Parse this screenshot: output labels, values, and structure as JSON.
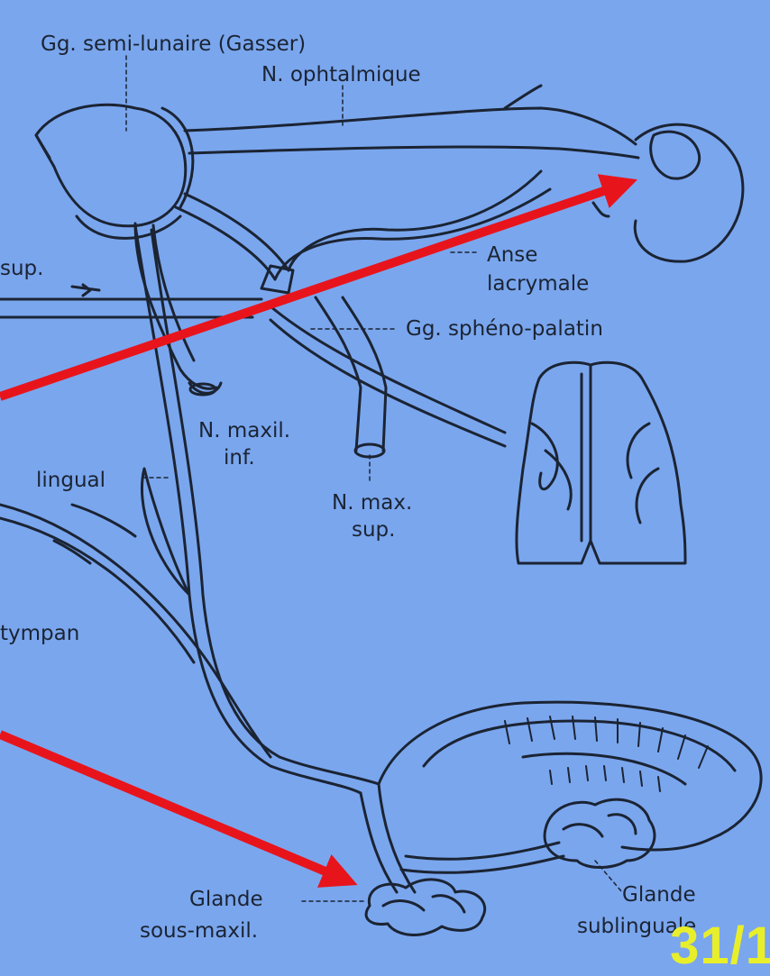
{
  "colors": {
    "background": "#7aa6ee",
    "ink": "#1b2433",
    "arrow": "#e8141c",
    "page_number": "#e8ef2a"
  },
  "labels": {
    "ganglion_gasser": "Gg. semi-lunaire (Gasser)",
    "n_ophtalmique": "N. ophtalmique",
    "sup_fragment": "sup.",
    "anse_line1": "Anse",
    "anse_line2": "lacrymale",
    "gg_spheno": "Gg. sphéno-palatin",
    "n_maxil_line1": "N. maxil.",
    "n_maxil_line2": "inf.",
    "lingual": "lingual",
    "n_max_sup_line1": "N. max.",
    "n_max_sup_line2": "sup.",
    "tympan": "tympan",
    "glande_sous_line1": "Glande",
    "glande_sous_line2": "sous-maxil.",
    "glande_sub_line1": "Glande",
    "glande_sub_line2": "sublinguale",
    "page_number": "31/1"
  },
  "icons": [
    "red-arrow-icon",
    "red-arrow-icon"
  ]
}
